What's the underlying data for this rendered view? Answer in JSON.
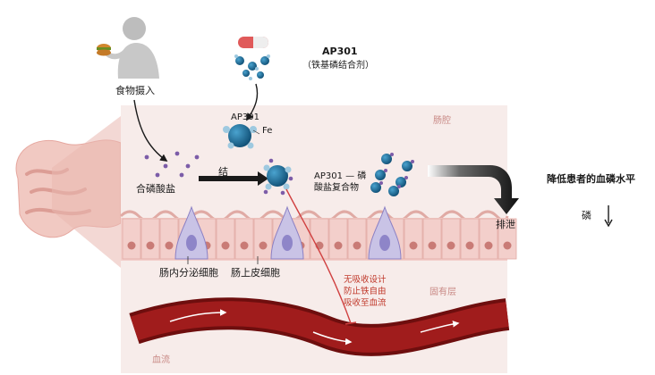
{
  "drug": {
    "name": "AP301",
    "description": "（铁基磷结合剂）"
  },
  "labels": {
    "food_intake": "食物摄入",
    "ap301_small": "AP301",
    "fe": "Fe",
    "binding": "结",
    "phosphate": "合磷酸盐",
    "complex_line1": "AP301 — 磷",
    "complex_line2": "酸盐复合物",
    "lumen": "肠腔",
    "excretion": "排泄",
    "enteroendocrine": "肠内分泌细胞",
    "epithelial": "肠上皮细胞",
    "lamina_propria": "固有层",
    "blood_flow": "血流",
    "outcome": "降低患者的血磷水平",
    "phosphorus": "磷",
    "non_absorb_line1": "无吸收设计",
    "non_absorb_line2": "防止铁自由",
    "non_absorb_line3": "吸收至血流"
  },
  "colors": {
    "lumen_bg": "#f7ecea",
    "cell": "#f3cfcb",
    "nucleus": "#c97b76",
    "endocrine": "#c9c3e6",
    "vessel": "#8f1717",
    "molecule": "#1f6f9c",
    "phosphate": "#7c5ca8",
    "red_line": "#d04040",
    "arrow_dark": "#1a1a1a"
  }
}
